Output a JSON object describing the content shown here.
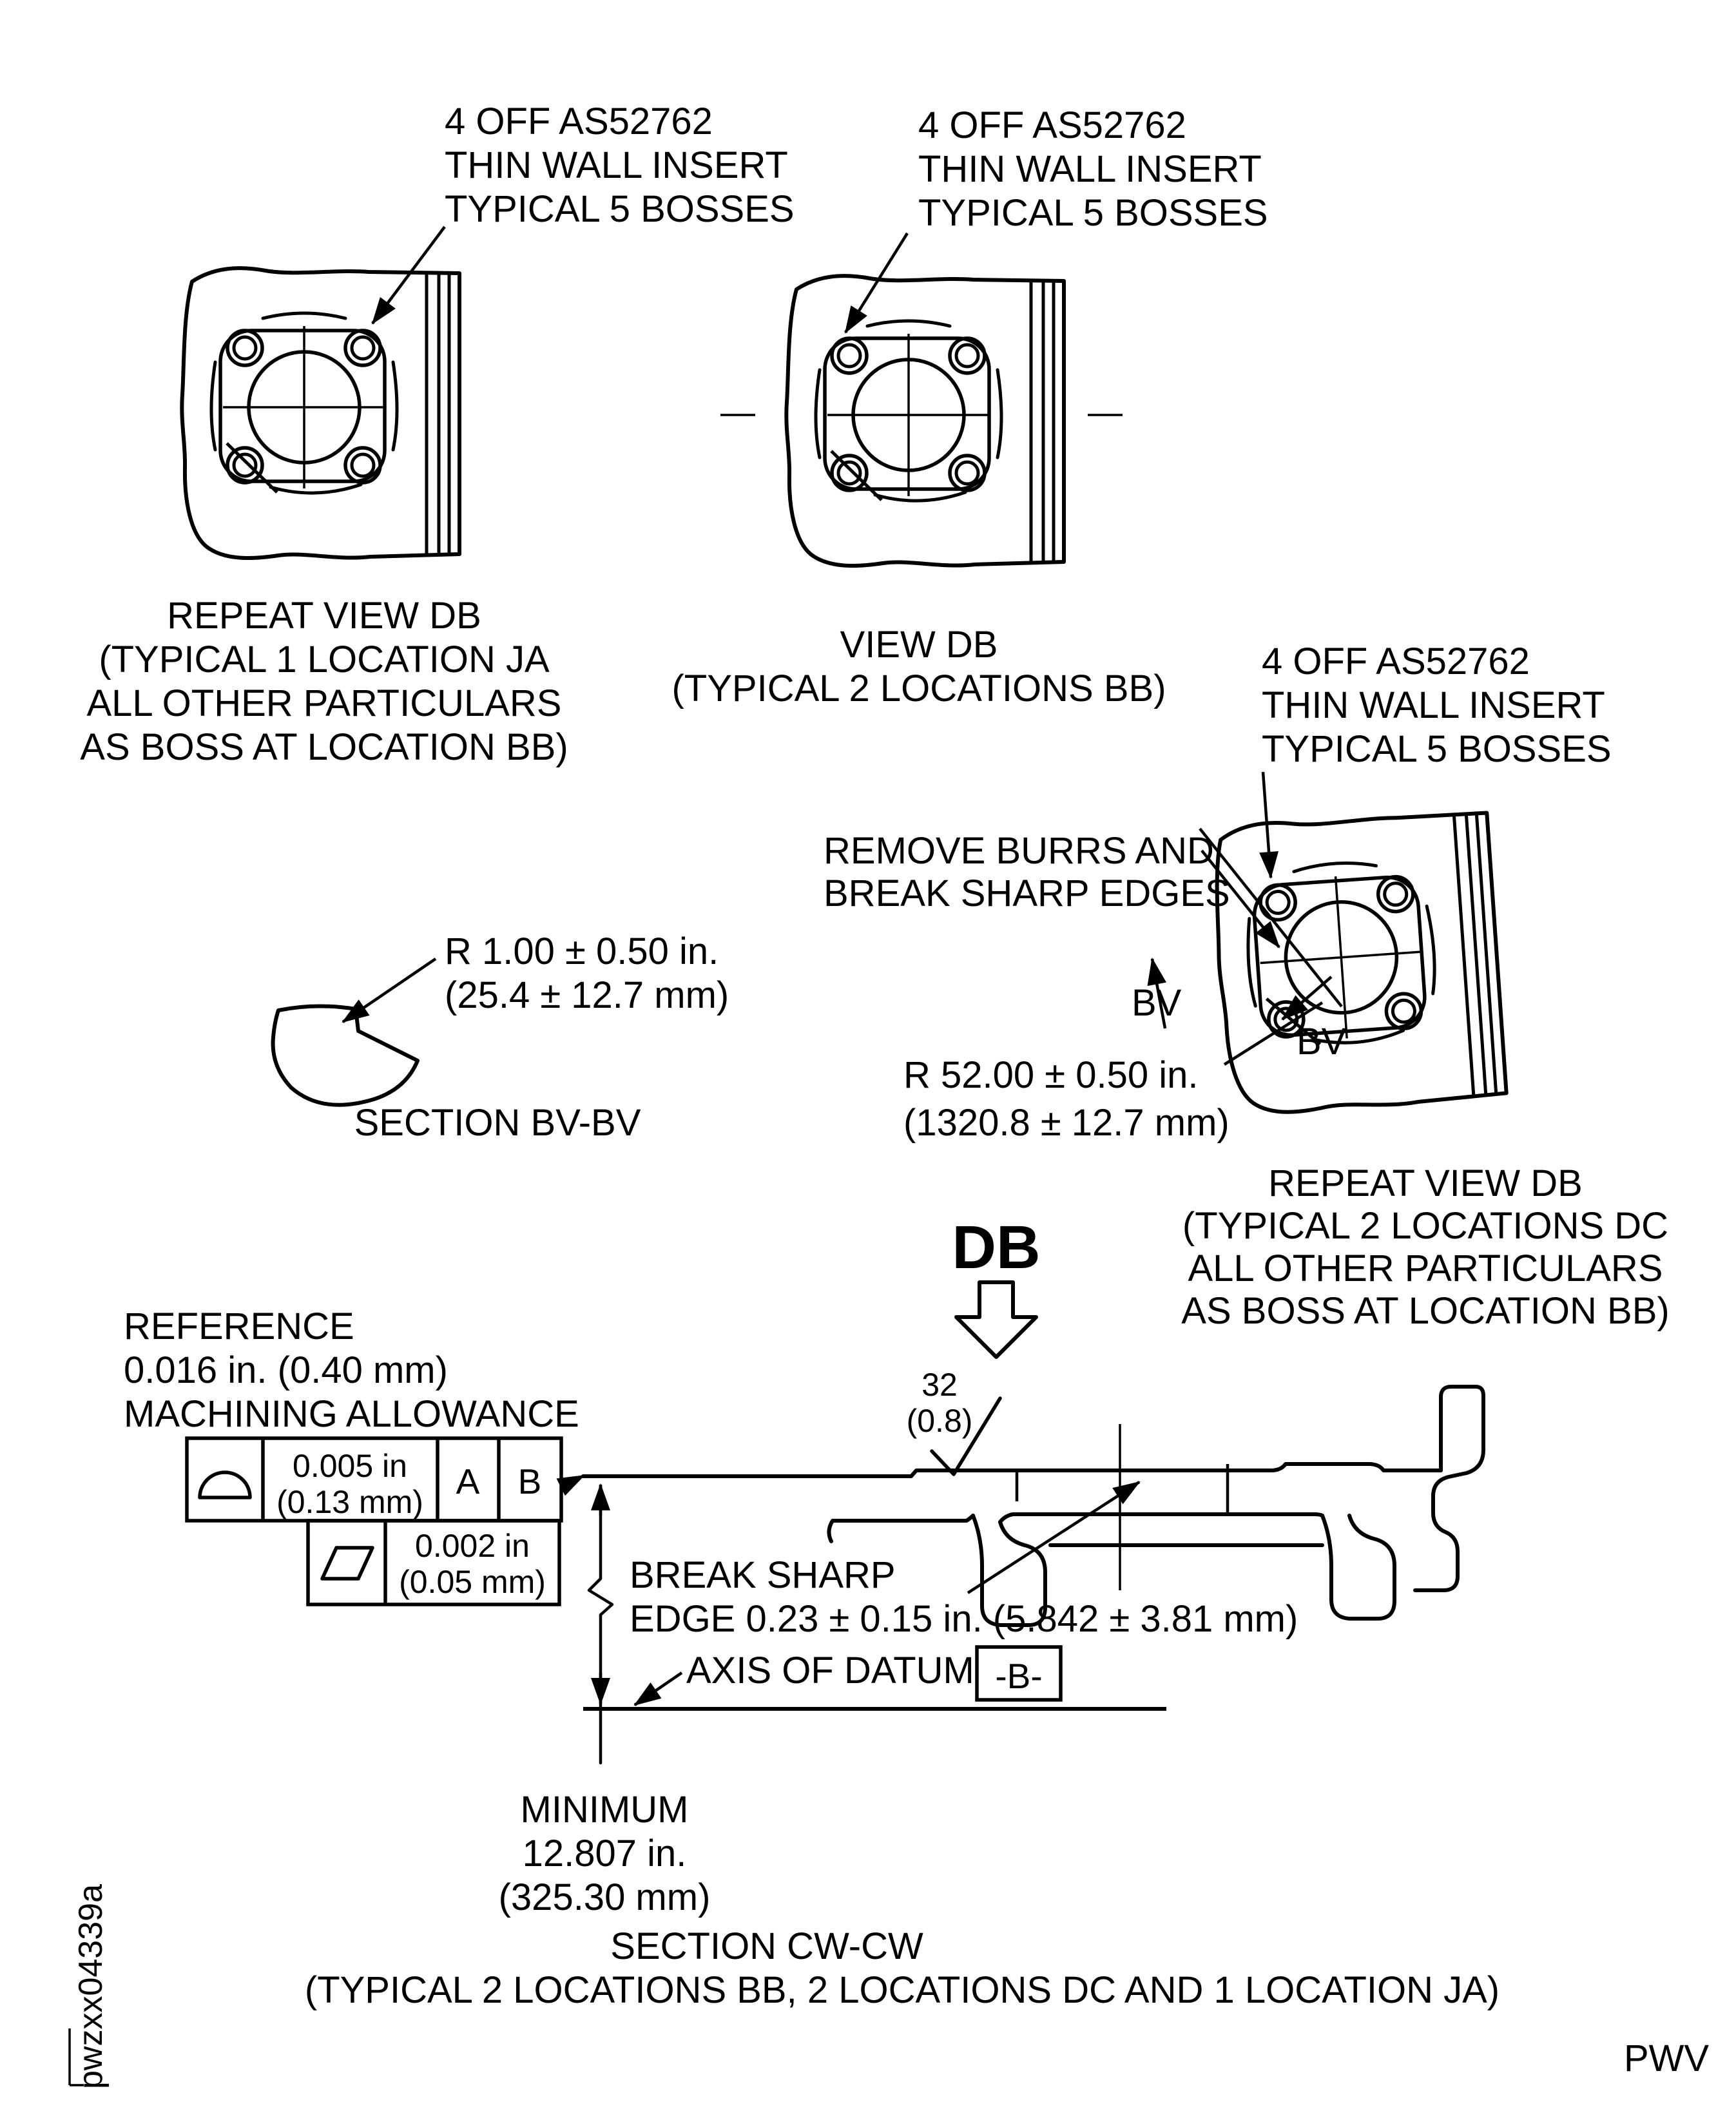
{
  "page": {
    "code": "PWV",
    "doc_number": "pwzxx04339a"
  },
  "colors": {
    "ink": "#000000",
    "background": "#ffffff"
  },
  "callouts": {
    "top_left": {
      "lines": [
        "4 OFF AS52762",
        "THIN WALL INSERT",
        "TYPICAL 5 BOSSES"
      ]
    },
    "top_middle": {
      "lines": [
        "4 OFF AS52762",
        "THIN WALL INSERT",
        "TYPICAL 5 BOSSES"
      ]
    },
    "right": {
      "lines": [
        "4 OFF AS52762",
        "THIN WALL INSERT",
        "TYPICAL 5 BOSSES"
      ]
    }
  },
  "views": {
    "repeat_left": {
      "lines": [
        "REPEAT VIEW DB",
        "(TYPICAL 1 LOCATION JA",
        "ALL OTHER PARTICULARS",
        "AS BOSS AT LOCATION BB)"
      ]
    },
    "view_db": {
      "lines": [
        "VIEW DB",
        "(TYPICAL 2 LOCATIONS BB)"
      ]
    },
    "repeat_right": {
      "lines": [
        "REPEAT VIEW DB",
        "(TYPICAL 2 LOCATIONS DC",
        "ALL OTHER PARTICULARS",
        "AS BOSS AT LOCATION BB)"
      ]
    },
    "section_bv": {
      "title": "SECTION BV-BV"
    },
    "section_cw": {
      "title": "SECTION CW-CW",
      "subtitle": "(TYPICAL 2 LOCATIONS BB, 2 LOCATIONS DC AND 1 LOCATION JA)"
    }
  },
  "notes": {
    "remove_burrs": {
      "lines": [
        "REMOVE BURRS AND",
        "BREAK SHARP EDGES"
      ]
    },
    "radius_small": {
      "lines": [
        "R 1.00 ± 0.50 in.",
        "(25.4 ± 12.7 mm)"
      ]
    },
    "radius_large": {
      "lines": [
        "R 52.00 ± 0.50 in.",
        "(1320.8 ± 12.7 mm)"
      ]
    },
    "reference": {
      "lines": [
        "REFERENCE",
        "0.016 in. (0.40 mm)",
        "MACHINING ALLOWANCE"
      ]
    },
    "break_sharp": {
      "lines": [
        "BREAK SHARP",
        "EDGE 0.23 ± 0.15 in. (5.842 ± 3.81 mm)"
      ]
    },
    "axis_of_datum": "AXIS OF DATUM",
    "minimum": {
      "lines": [
        "MINIMUM",
        "12.807 in.",
        "(325.30 mm)"
      ]
    }
  },
  "symbols": {
    "view_arrow_label": "DB",
    "section_arrows": {
      "bv1": "BV",
      "bv2": "BV"
    },
    "datum_box": "-B-",
    "surface_finish": {
      "value": "32",
      "metric": "(0.8)",
      "icon": "surface-finish-check-icon"
    },
    "fcf_profile": {
      "icon": "profile-of-a-surface-icon",
      "value_in": "0.005 in",
      "value_mm": "(0.13 mm)",
      "datum_a": "A",
      "datum_b": "B"
    },
    "fcf_flatness": {
      "icon": "flatness-icon",
      "value_in": "0.002 in",
      "value_mm": "(0.05 mm)"
    }
  }
}
